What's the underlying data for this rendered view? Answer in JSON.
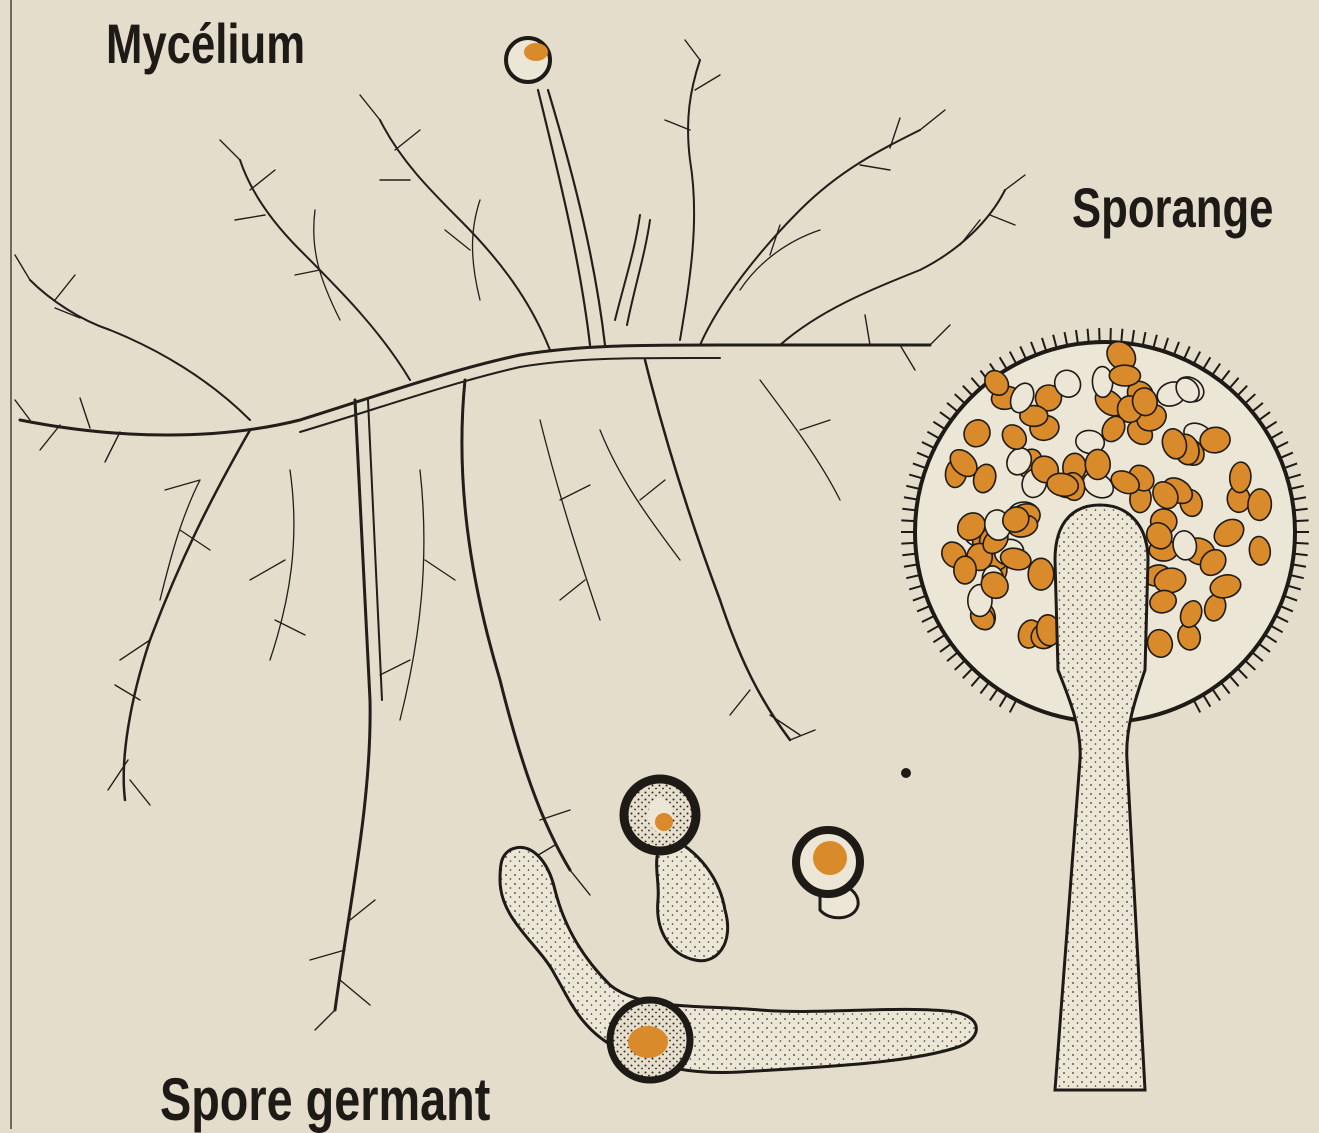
{
  "labels": {
    "mycelium": "Mycélium",
    "sporange": "Sporange",
    "spore": "Spore germant"
  },
  "colors": {
    "paper": "#e4ddcc",
    "ink": "#1e1a16",
    "spore_orange": "#d98a2a",
    "cell_fill": "#ece6d6"
  }
}
